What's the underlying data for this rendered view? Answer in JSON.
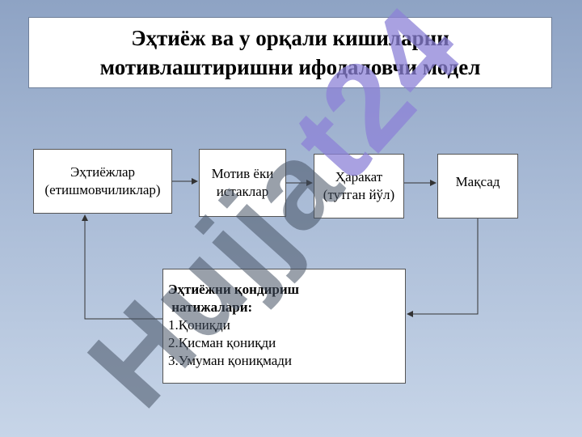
{
  "title": {
    "line1": "Эҳтиёж ва у орқали кишиларни",
    "line2": "мотивлаштиришни ифодаловчи модел"
  },
  "nodes": {
    "needs": {
      "line1": "Эҳтиёжлар",
      "line2": "(етишмовчиликлар)"
    },
    "motives": {
      "line1": "Мотив ёки",
      "line2": "истаклар"
    },
    "action": {
      "line1": "Ҳаракат",
      "line2": "(тутган йўл)"
    },
    "goal": {
      "line1": "Мақсад"
    }
  },
  "results": {
    "heading1": "Эҳтиёжни қондириш",
    "heading2": " натижалари:",
    "items": [
      "1.Қониқди",
      "2.Қисман қониқди",
      "3.Умуман қониқмади"
    ]
  },
  "watermark": {
    "part1": "Hujja",
    "part2": "t24"
  },
  "colors": {
    "line": "#333333",
    "watermark_gray": "#465264",
    "watermark_violet": "#8c82d7"
  }
}
